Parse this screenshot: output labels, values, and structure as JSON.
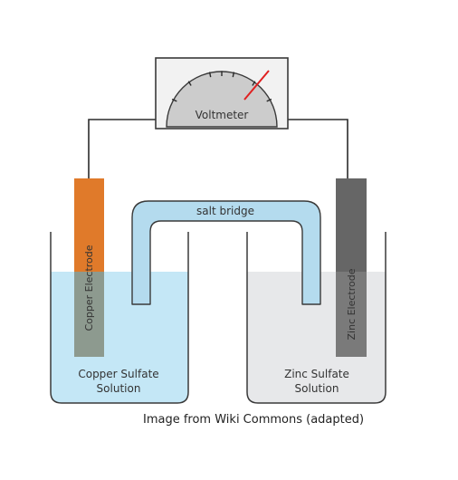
{
  "diagram": {
    "voltmeter_label": "Voltmeter",
    "salt_bridge_label": "salt bridge",
    "left_electrode_label": "Copper Electrode",
    "right_electrode_label": "Zinc Electrode",
    "left_solution_line1": "Copper Sulfate",
    "left_solution_line2": "Solution",
    "right_solution_line1": "Zinc Sulfate",
    "right_solution_line2": "Solution",
    "caption": "Image from Wiki Commons (adapted)"
  },
  "colors": {
    "copper_electrode": "#e07a2a",
    "zinc_electrode": "#666666",
    "copper_solution": "#c4e7f6",
    "zinc_solution": "#e7e8ea",
    "salt_bridge": "#b4dbee",
    "needle": "#e02020"
  }
}
